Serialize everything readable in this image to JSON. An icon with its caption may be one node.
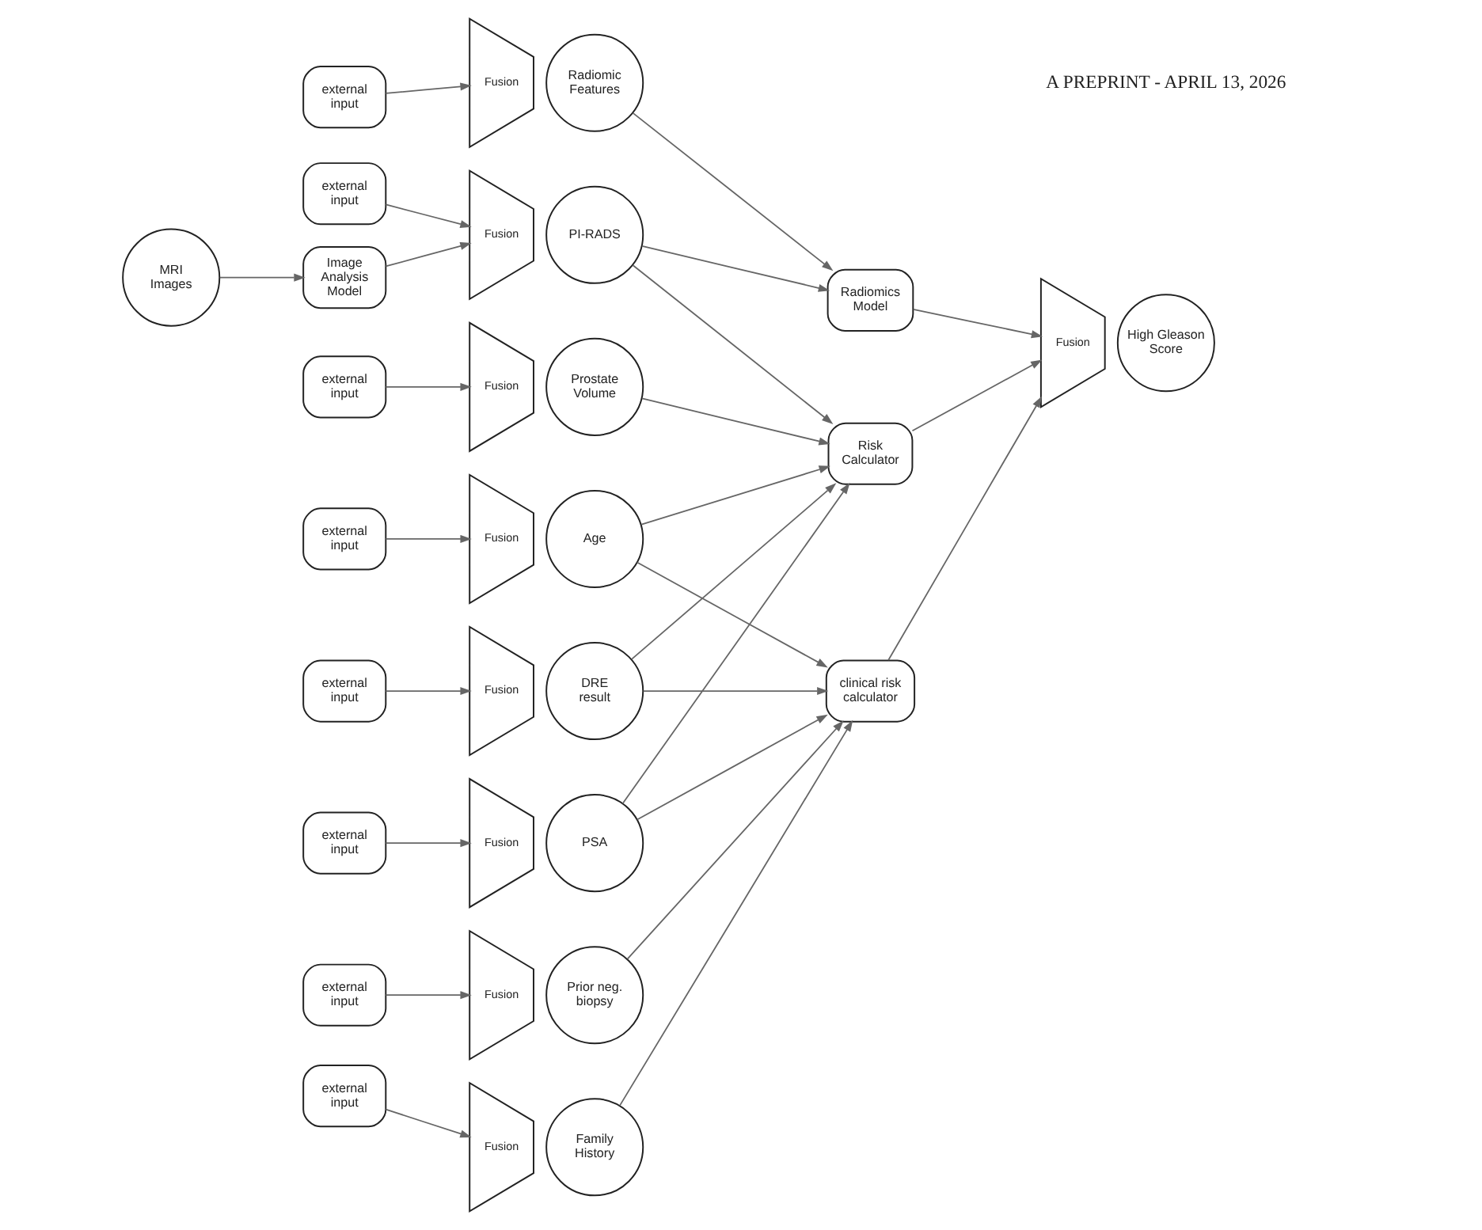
{
  "diagram": {
    "nodes": [
      {
        "text": [
          "MRI Images"
        ]
      },
      {
        "text": [
          "external input"
        ]
      },
      {
        "text": [
          "Fusion"
        ]
      },
      {
        "text": [
          "Radiomic Features"
        ]
      },
      {
        "text": [
          "external input"
        ]
      },
      {
        "text": [
          "Image Analysis Model"
        ]
      },
      {
        "text": [
          "Fusion"
        ]
      },
      {
        "text": [
          "PI-RADS"
        ]
      },
      {
        "text": [
          "external input"
        ]
      },
      {
        "text": [
          "Fusion"
        ]
      },
      {
        "text": [
          "Prostate Volume"
        ]
      },
      {
        "text": [
          "external input"
        ]
      },
      {
        "text": [
          "Fusion"
        ]
      },
      {
        "text": [
          "Age"
        ]
      },
      {
        "text": [
          "external input"
        ]
      },
      {
        "text": [
          "Fusion"
        ]
      },
      {
        "text": [
          "DRE result"
        ]
      },
      {
        "text": [
          "external input"
        ]
      },
      {
        "text": [
          "Fusion"
        ]
      },
      {
        "text": [
          "PSA"
        ]
      },
      {
        "text": [
          "external input"
        ]
      },
      {
        "text": [
          "Fusion"
        ]
      },
      {
        "text": [
          "Prior neg. biopsy"
        ]
      },
      {
        "text": [
          "external input"
        ]
      },
      {
        "text": [
          "Fusion"
        ]
      },
      {
        "text": [
          "Family History"
        ]
      },
      {
        "text": [
          "Radiomics Model"
        ]
      },
      {
        "text": [
          "Risk Calculator"
        ]
      },
      {
        "text": [
          "clinical risk calculator"
        ]
      },
      {
        "text": [
          "Fusion"
        ]
      },
      {
        "text": [
          "High Gleason Score"
        ]
      }
    ],
    "edges": [
      {
        "from": 0,
        "to": 5,
        "arrow": "to"
      },
      {
        "from": 1,
        "to": 2,
        "arrow": "to"
      },
      {
        "from": 4,
        "to": 6,
        "arrow": "to"
      },
      {
        "from": 5,
        "to": 6,
        "arrow": "to"
      },
      {
        "from": 8,
        "to": 9,
        "arrow": "to"
      },
      {
        "from": 11,
        "to": 12,
        "arrow": "to"
      },
      {
        "from": 14,
        "to": 15,
        "arrow": "to"
      },
      {
        "from": 17,
        "to": 18,
        "arrow": "to"
      },
      {
        "from": 20,
        "to": 21,
        "arrow": "to"
      },
      {
        "from": 23,
        "to": 24,
        "arrow": "to"
      },
      {
        "from": 3,
        "to": 26,
        "arrow": "to"
      },
      {
        "from": 7,
        "to": 26,
        "arrow": "to"
      },
      {
        "from": 7,
        "to": 27,
        "arrow": "to"
      },
      {
        "from": 10,
        "to": 27,
        "arrow": "to"
      },
      {
        "from": 13,
        "to": 27,
        "arrow": "to"
      },
      {
        "from": 13,
        "to": 28,
        "arrow": "to"
      },
      {
        "from": 16,
        "to": 27,
        "arrow": "to"
      },
      {
        "from": 16,
        "to": 28,
        "arrow": "to"
      },
      {
        "from": 19,
        "to": 27,
        "arrow": "to"
      },
      {
        "from": 19,
        "to": 28,
        "arrow": "to"
      },
      {
        "from": 22,
        "to": 28,
        "arrow": "to"
      },
      {
        "from": 25,
        "to": 28,
        "arrow": "to"
      },
      {
        "from": 26,
        "to": 29,
        "arrow": "to"
      },
      {
        "from": 27,
        "to": 29,
        "arrow": "to"
      },
      {
        "from": 28,
        "to": 29,
        "arrow": "to"
      }
    ],
    "labels": [
      "A PREPRINT - APRIL 13, 2026"
    ]
  }
}
